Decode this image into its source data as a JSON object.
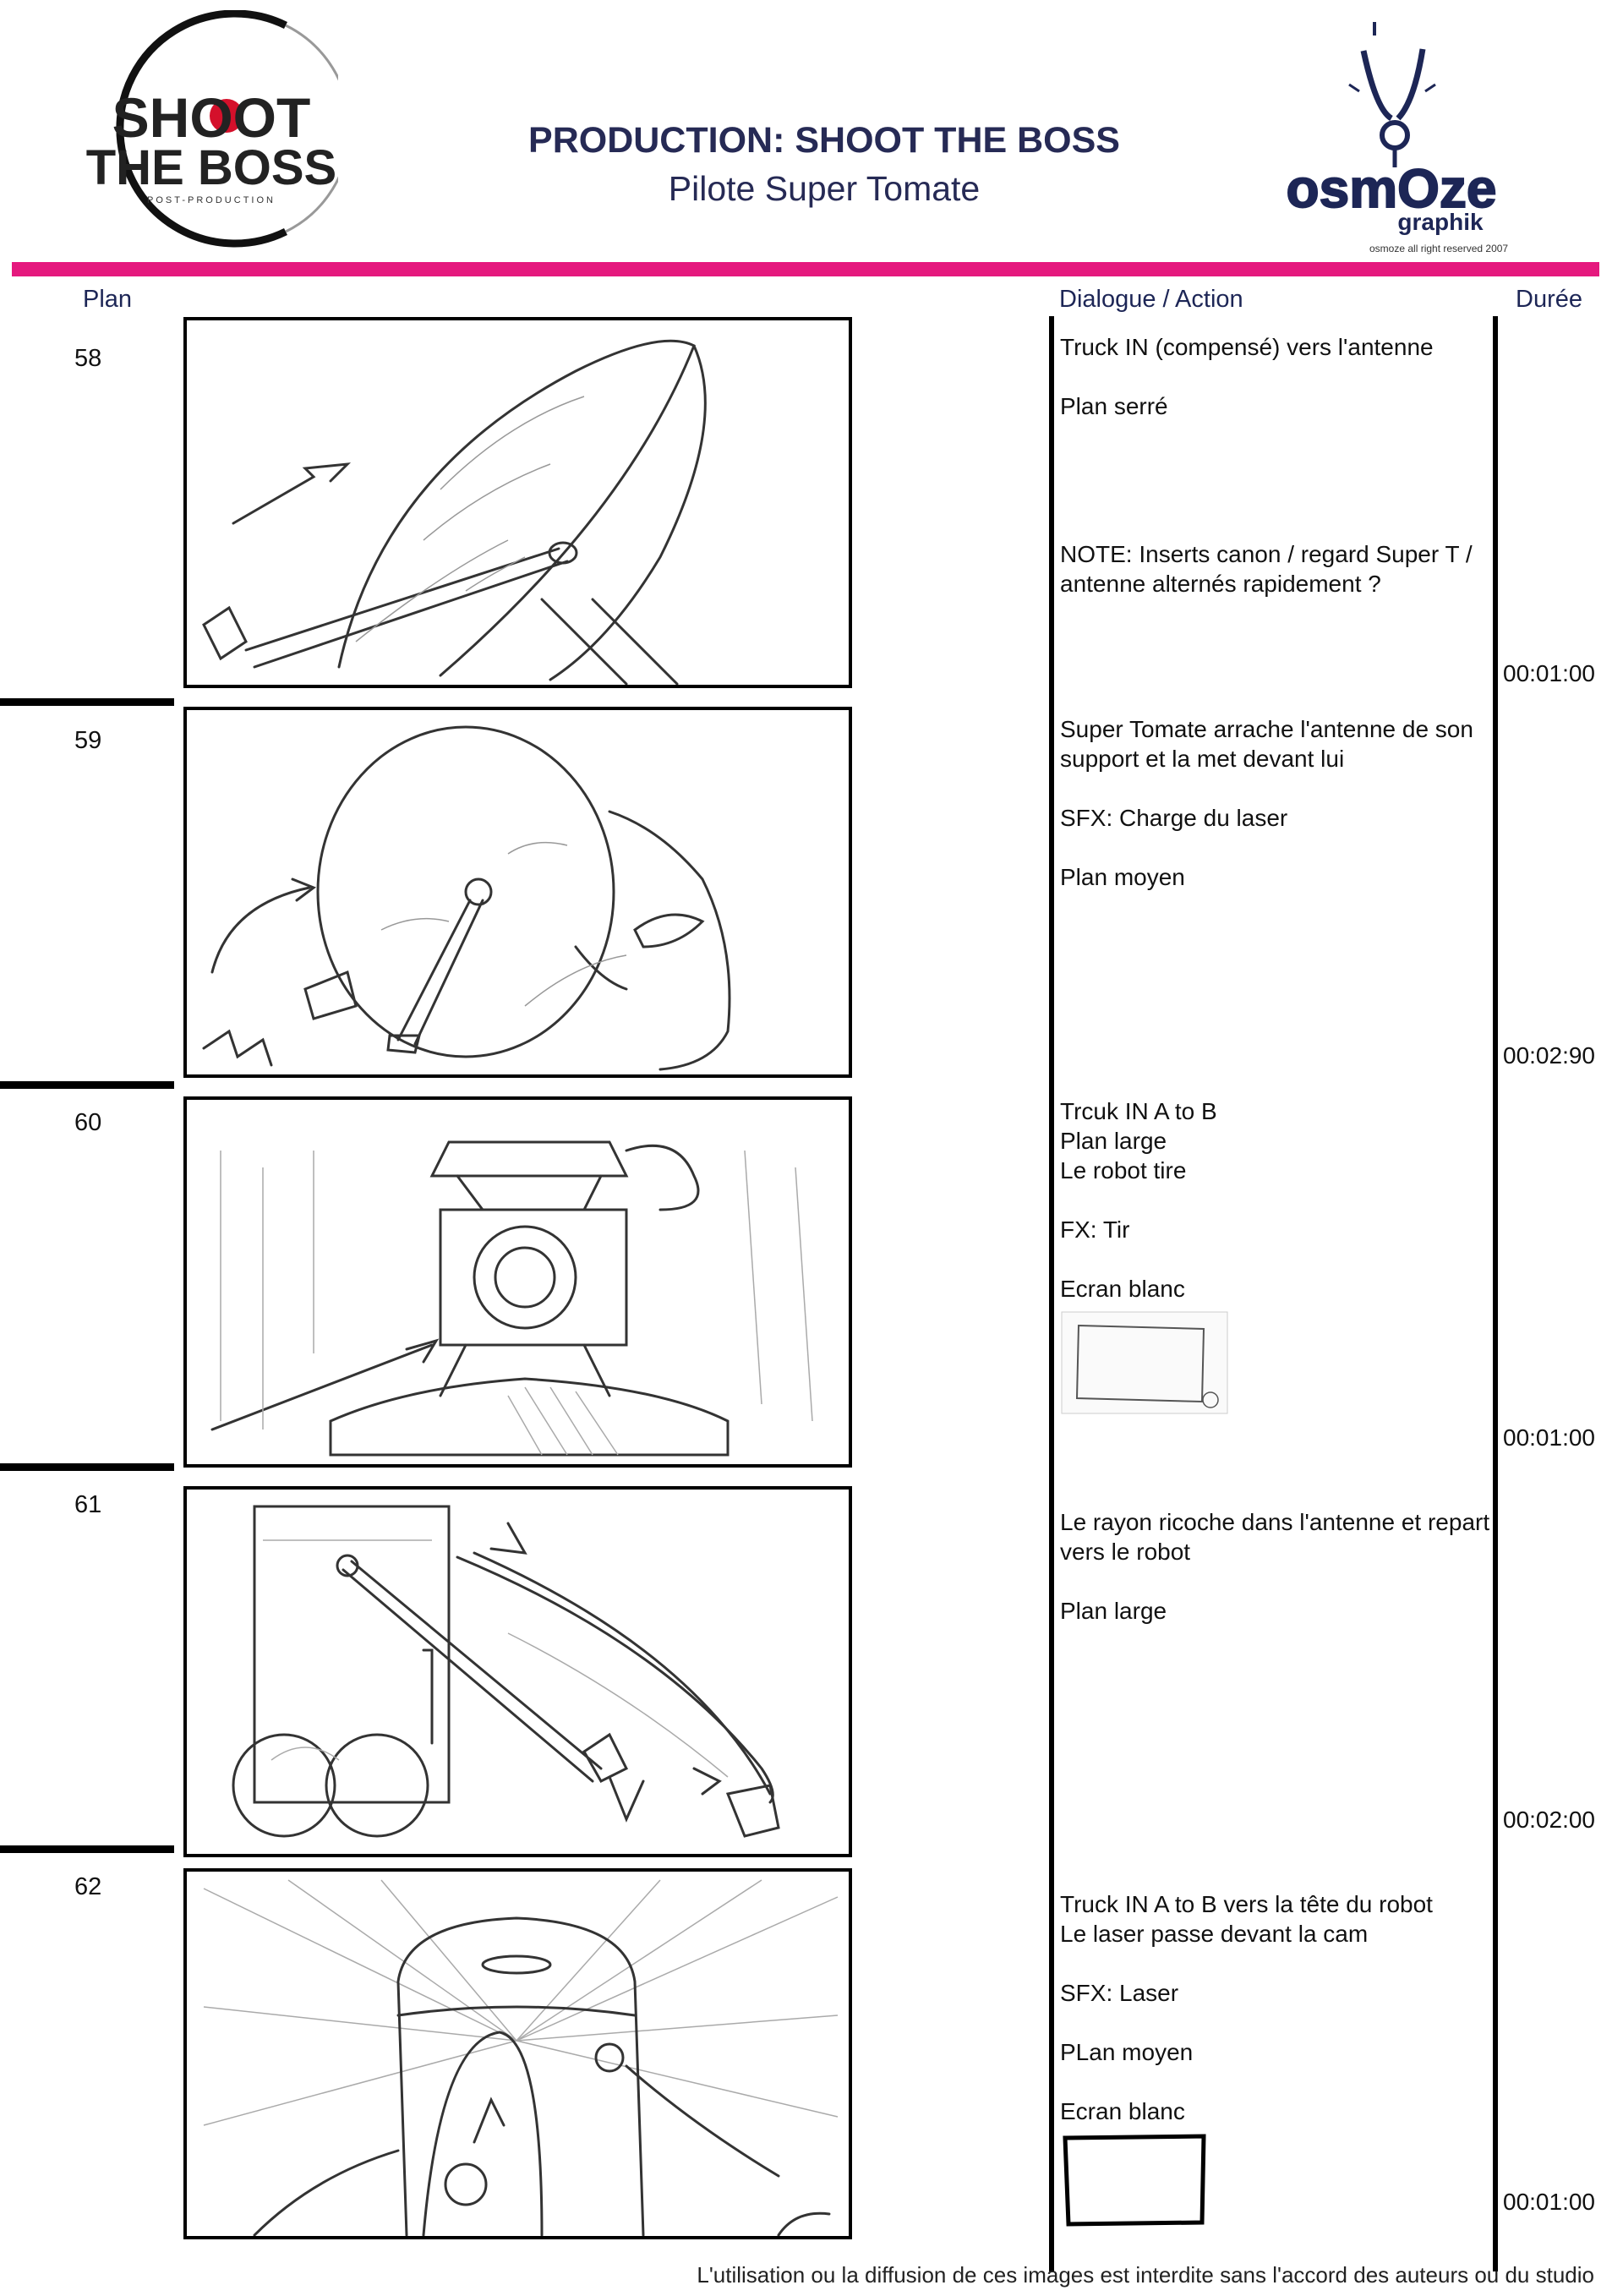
{
  "header": {
    "logo_left_text": [
      "SHOOT",
      "THE BOSS",
      "POST-PRODUCTION"
    ],
    "title": "PRODUCTION: SHOOT THE BOSS",
    "subtitle": "Pilote Super Tomate",
    "logo_right_text": [
      "osmOze",
      "graphik"
    ],
    "rights": "osmoze all right reserved 2007",
    "accent_color": "#e5197e",
    "title_color": "#262a55"
  },
  "columns": {
    "plan": "Plan",
    "dialogue": "Dialogue",
    "action": "/ Action",
    "duree": "Durée"
  },
  "shots": [
    {
      "plan": "58",
      "lines": [
        "Truck IN (compensé) vers l'antenne",
        "",
        "",
        "Plan serré",
        "",
        "",
        "",
        "",
        "NOTE: Inserts canon / regard Super T / antenne alternés rapidement ?"
      ],
      "duration": "00:01:00"
    },
    {
      "plan": "59",
      "lines": [
        "Super Tomate arrache l'antenne de son support et la met devant lui",
        "",
        "",
        "SFX: Charge du laser",
        "",
        "",
        "Plan moyen"
      ],
      "duration": "00:02:90"
    },
    {
      "plan": "60",
      "lines": [
        "Trcuk IN A to B",
        "Plan large",
        "Le robot tire",
        "",
        "FX: Tir",
        "",
        "",
        "Ecran blanc"
      ],
      "duration": "00:01:00"
    },
    {
      "plan": "61",
      "lines": [
        "Le rayon ricoche dans l'antenne et repart vers le robot",
        "",
        "",
        "Plan large"
      ],
      "duration": "00:02:00"
    },
    {
      "plan": "62",
      "lines": [
        "Truck IN A to B vers la tête du robot",
        "Le laser passe devant la cam",
        "",
        "SFX: Laser",
        "",
        "PLan moyen",
        "",
        "Ecran blanc"
      ],
      "duration": "00:01:00"
    }
  ],
  "footer": "L'utilisation ou la diffusion de ces images est interdite sans l'accord des auteurs ou du studio"
}
